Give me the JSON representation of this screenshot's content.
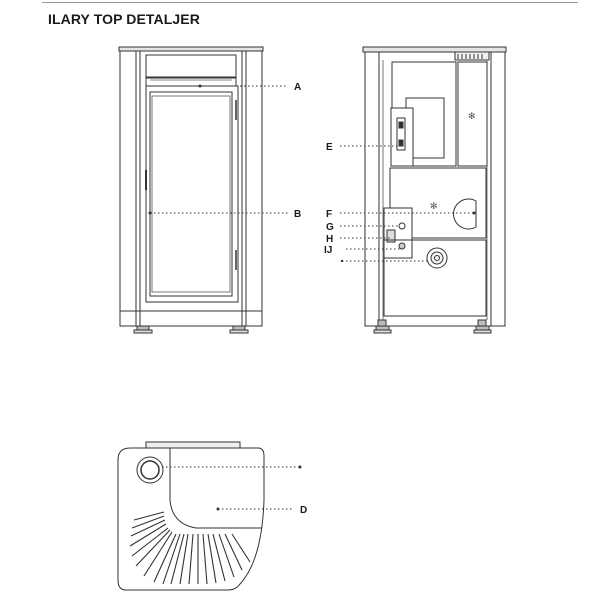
{
  "document": {
    "title": "ILARY TOP DETALJER"
  },
  "callouts": {
    "a": "A",
    "b": "B",
    "d": "D",
    "e": "E",
    "f": "F",
    "g": "G",
    "h": "H",
    "ij": "IJ"
  }
}
